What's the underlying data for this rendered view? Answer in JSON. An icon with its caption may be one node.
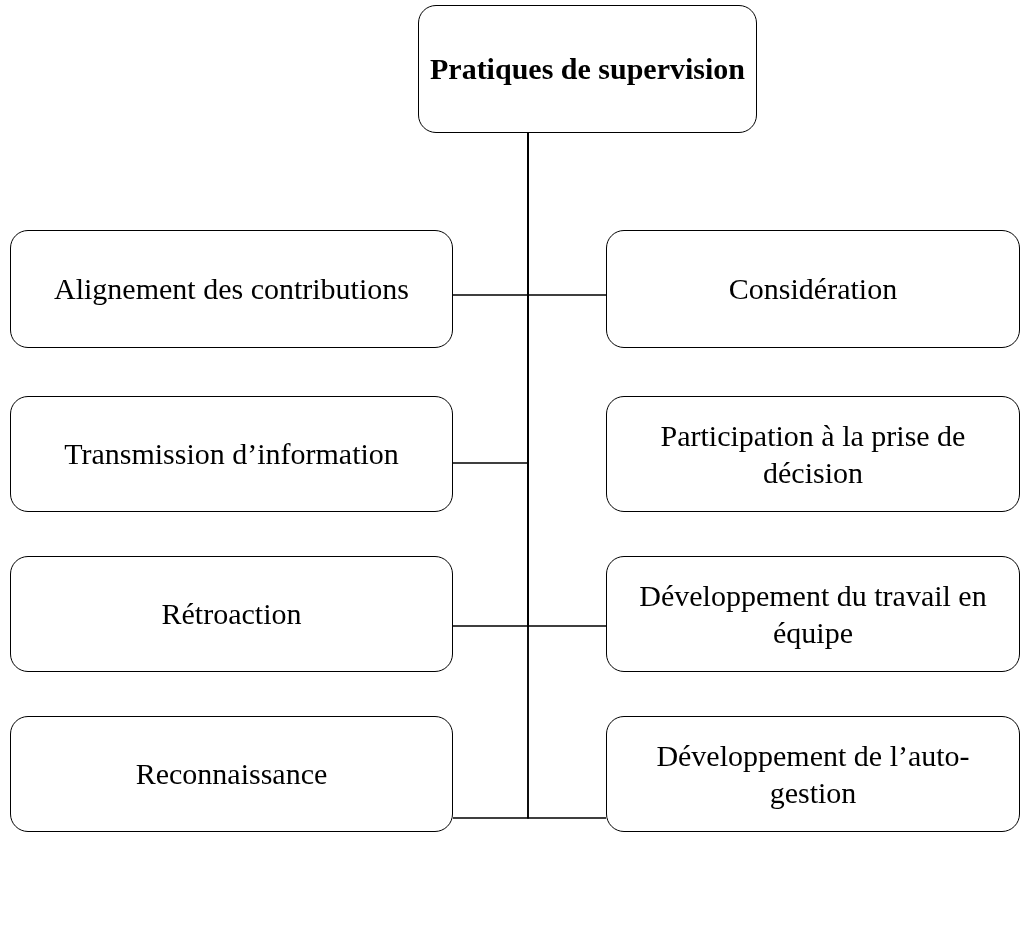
{
  "diagram": {
    "nodes": [
      {
        "text": [
          "Pratiques de supervision"
        ]
      },
      {
        "text": [
          "Alignement des contributions"
        ]
      },
      {
        "text": [
          "Considération"
        ]
      },
      {
        "text": [
          "Transmission d’information"
        ]
      },
      {
        "text": [
          "Participation à la prise de décision"
        ]
      },
      {
        "text": [
          "Rétroaction"
        ]
      },
      {
        "text": [
          "Développement du travail en équipe"
        ]
      },
      {
        "text": [
          "Reconnaissance"
        ]
      },
      {
        "text": [
          "Développement de l’auto-gestion"
        ]
      }
    ],
    "edges": [
      {
        "from": 0,
        "to": 1,
        "arrow": "none"
      },
      {
        "from": 0,
        "to": 2,
        "arrow": "none"
      },
      {
        "from": 0,
        "to": 3,
        "arrow": "none"
      },
      {
        "from": 0,
        "to": 5,
        "arrow": "none"
      },
      {
        "from": 0,
        "to": 6,
        "arrow": "none"
      },
      {
        "from": 0,
        "to": 7,
        "arrow": "none"
      },
      {
        "from": 0,
        "to": 8,
        "arrow": "none"
      }
    ]
  }
}
